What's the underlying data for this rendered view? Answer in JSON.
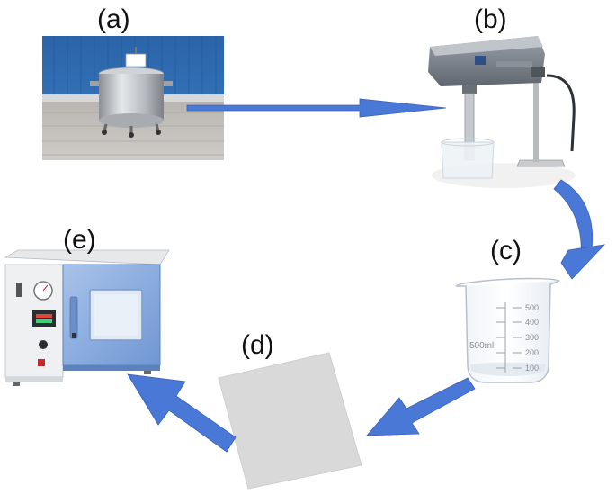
{
  "labels": {
    "a": "(a)",
    "b": "(b)",
    "c": "(c)",
    "d": "(d)",
    "e": "(e)"
  },
  "beaker": {
    "ticks": [
      "500",
      "400",
      "300",
      "200",
      "100"
    ],
    "volume": "500ml"
  },
  "colors": {
    "arrow": "#4a78d6",
    "arrow_edge": "#3b62b8",
    "oven_door": "#8fb1e0",
    "wall": "#2f6fb8",
    "sheet": "#d9d9d9"
  }
}
